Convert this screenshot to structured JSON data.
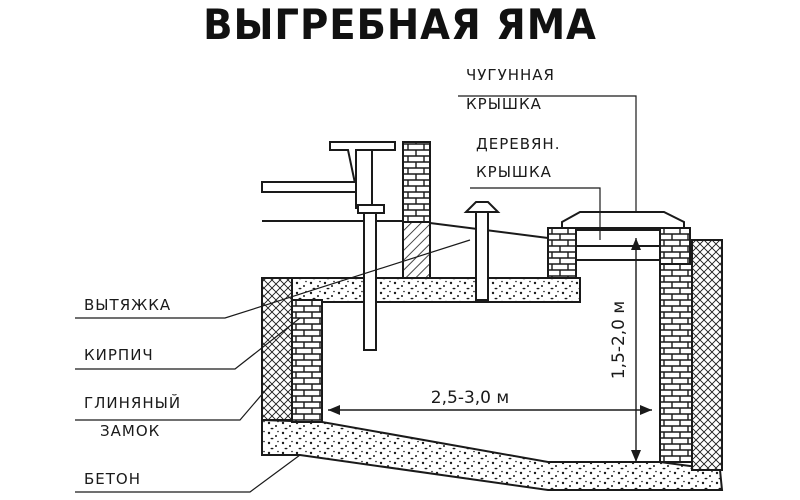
{
  "title": "ВЫГРЕБНАЯ ЯМА",
  "labels": {
    "cast_iron_lid_line1": "ЧУГУННАЯ",
    "cast_iron_lid_line2": "КРЫШКА",
    "wooden_lid_line1": "ДЕРЕВЯН.",
    "wooden_lid_line2": "КРЫШКА",
    "vent": "ВЫТЯЖКА",
    "brick": "КИРПИЧ",
    "clay_lock_line1": "ГЛИНЯНЫЙ",
    "clay_lock_line2": "ЗАМОК",
    "concrete": "БЕТОН"
  },
  "dimensions": {
    "width": "2,5-3,0 м",
    "depth": "1,5-2,0 м"
  },
  "colors": {
    "ink": "#1a1a1a",
    "fill": "#ffffff",
    "shade": "#e6e6e6"
  }
}
